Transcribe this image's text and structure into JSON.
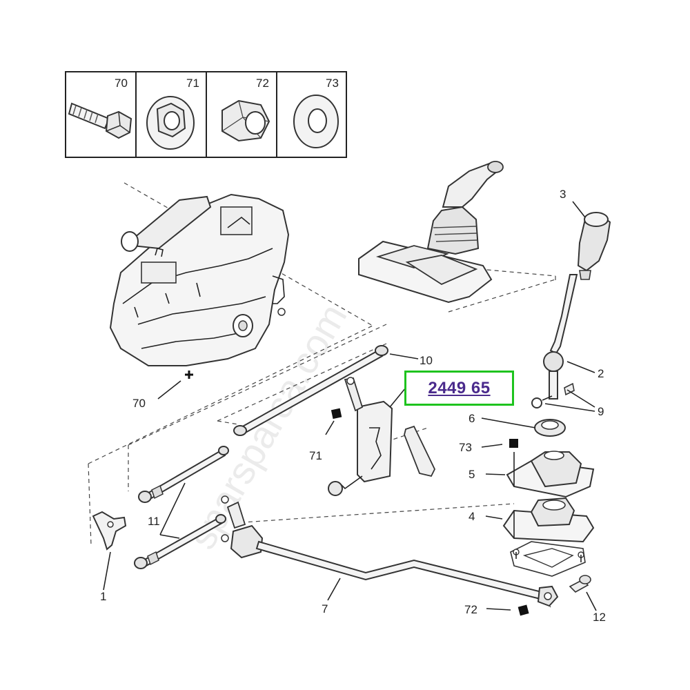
{
  "inset": {
    "cells": [
      {
        "label": "70",
        "icon": "bolt-icon"
      },
      {
        "label": "71",
        "icon": "flange-nut-icon"
      },
      {
        "label": "72",
        "icon": "hex-nut-icon"
      },
      {
        "label": "73",
        "icon": "washer-icon"
      }
    ]
  },
  "callouts": {
    "c1": "1",
    "c2": "2",
    "c3": "3",
    "c4": "4",
    "c5": "5",
    "c6": "6",
    "c7": "7",
    "c9": "9",
    "c10": "10",
    "c11": "11",
    "c12": "12",
    "c70": "70",
    "c71": "71",
    "c72": "72",
    "c73": "73"
  },
  "part_number": "2449 65",
  "watermark": "sparsparca.com",
  "colors": {
    "highlight": "#1ec31e",
    "part_number": "#4a2a8c"
  }
}
